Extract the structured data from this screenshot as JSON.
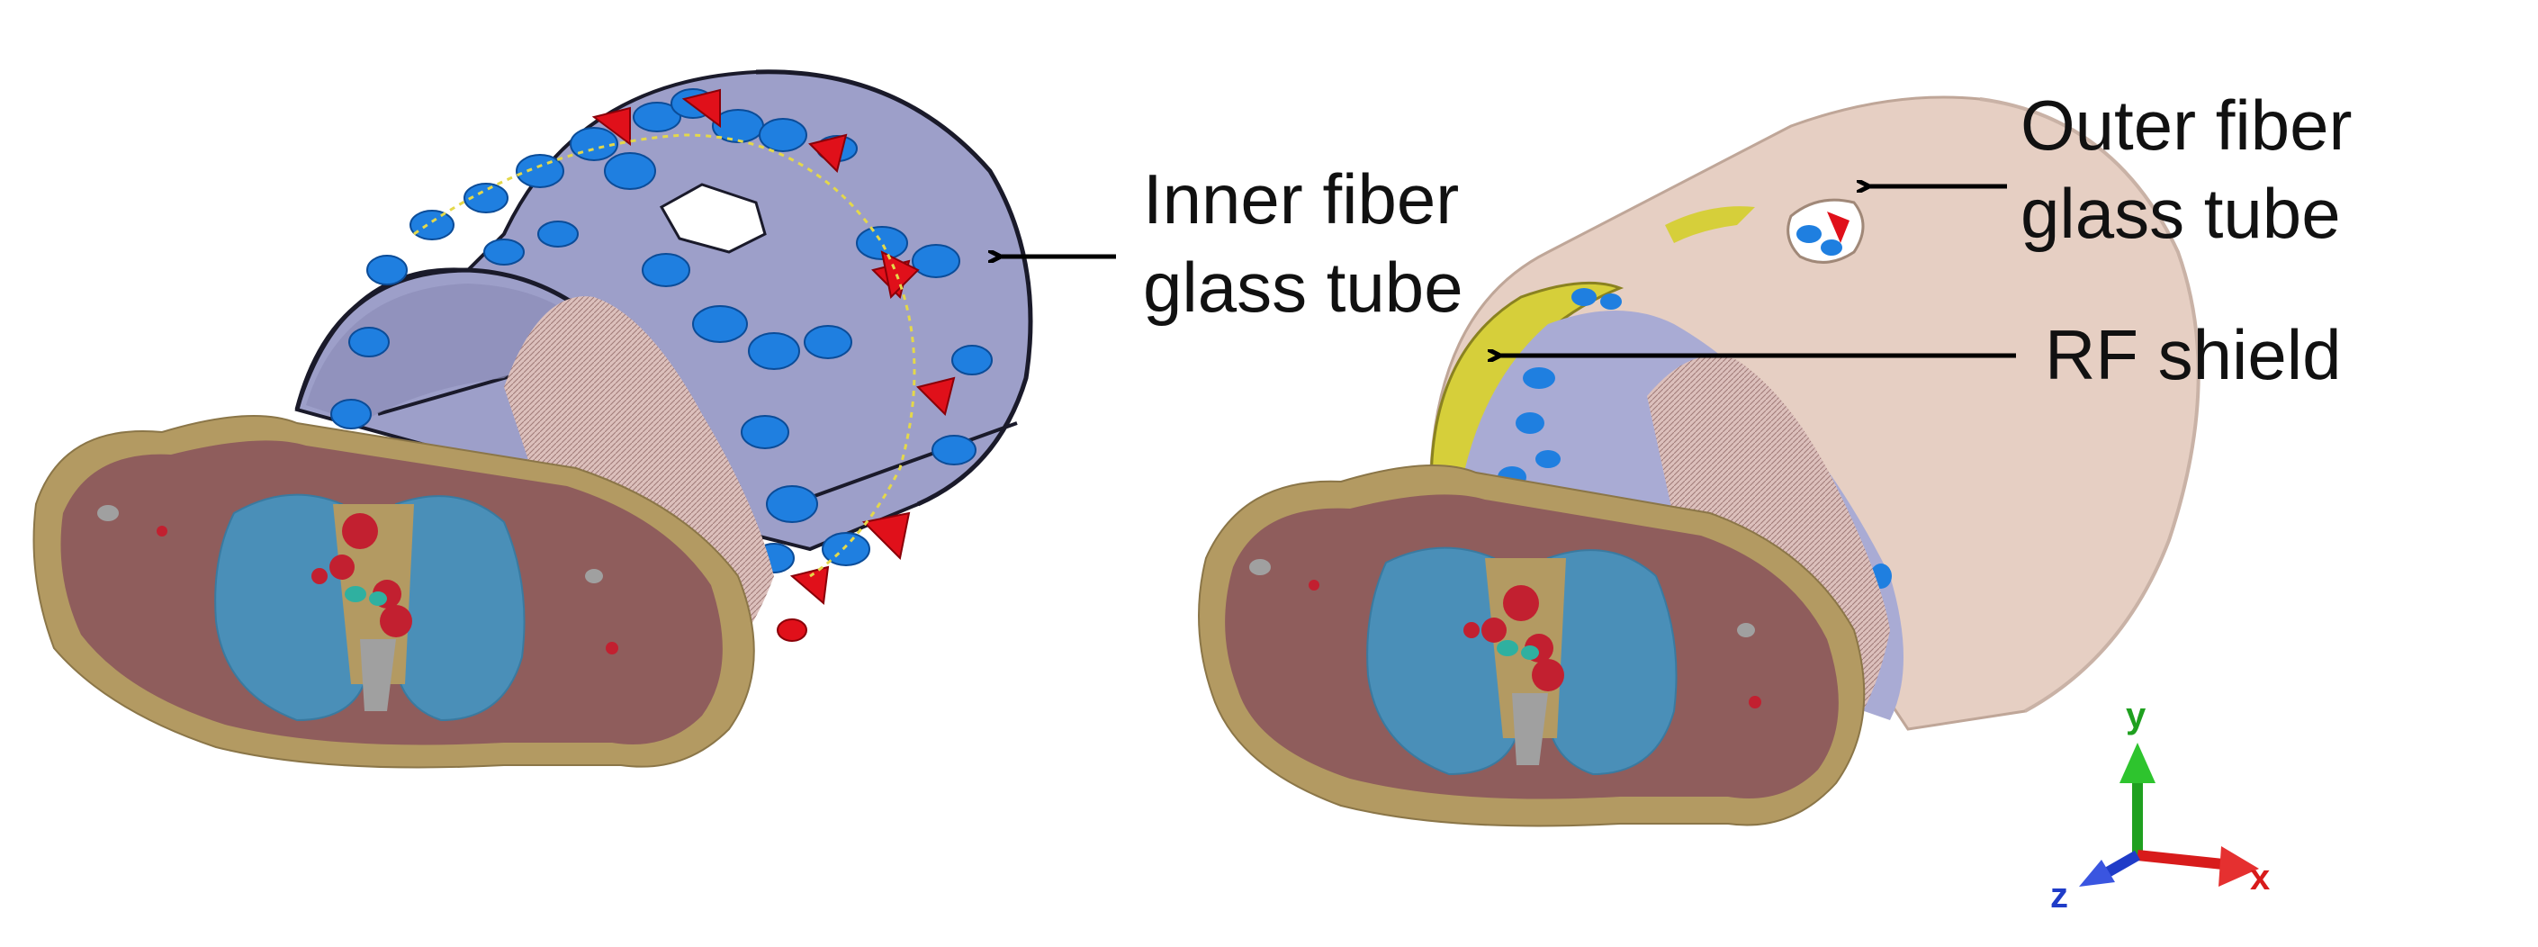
{
  "labels": {
    "inner_tube_line1": "Inner fiber",
    "inner_tube_line2": "glass tube",
    "outer_tube_line1": "Outer fiber",
    "outer_tube_line2": "glass tube",
    "rf_shield": "RF shield"
  },
  "axes": {
    "x": "x",
    "y": "y",
    "z": "z"
  },
  "colors": {
    "inner_tube": "#9d9fc9",
    "outer_tube": "#e6cfc3",
    "rf_shield": "#d6cf3a",
    "capacitor_blue": "#1f7fe0",
    "capacitor_red": "#e0101a",
    "body_tissue": "#8f5d5c",
    "fat_layer": "#b39a62",
    "lung": "#4a8fb8",
    "skin_surface": "#d8b8b4",
    "axis_x": "#d81b1b",
    "axis_y": "#1fa01f",
    "axis_z": "#1f3cc8"
  },
  "icons": [
    "orientation-triad-icon"
  ]
}
